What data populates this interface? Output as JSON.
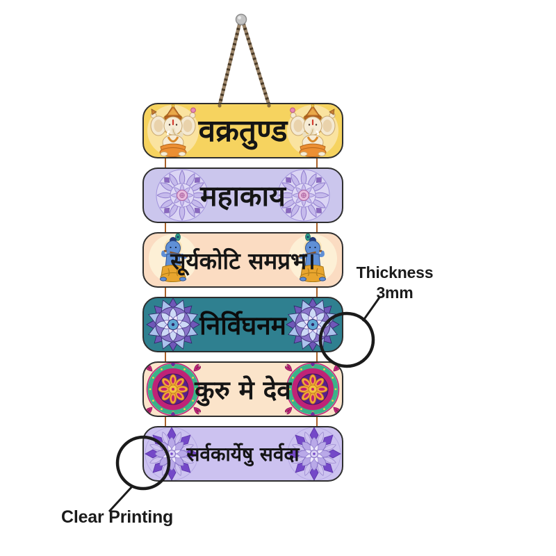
{
  "product": {
    "name_visible": "",
    "boards": [
      {
        "id": "board-1",
        "text": "वक्रतुण्ड",
        "bg": "#f6d35f",
        "art": "ganesha"
      },
      {
        "id": "board-2",
        "text": "महाकाय",
        "bg": "#cbc6ed",
        "art": "lavender-mandala"
      },
      {
        "id": "board-3",
        "text": "सूर्यकोटि समप्रभ।",
        "bg": "#fbdcc2",
        "art": "krishna"
      },
      {
        "id": "board-4",
        "text": "निर्विघनम",
        "bg": "#2f8090",
        "art": "blue-mandala"
      },
      {
        "id": "board-5",
        "text": "कुरु मे देव",
        "bg": "#fbe4ca",
        "art": "rangoli-mandala"
      },
      {
        "id": "board-6",
        "text": "सर्वकार्येषु सर्वदा",
        "bg": "#ccc2f0",
        "art": "purple-mandala"
      }
    ]
  },
  "annotations": {
    "thickness_line1": "Thickness",
    "thickness_line2": "3mm",
    "clear_printing": "Clear Printing"
  },
  "hardware": {
    "nail_icon": "nail-pin",
    "rope_icon": "jute-rope",
    "string_icon": "connector-string"
  },
  "colors": {
    "background": "#ffffff",
    "board_border": "#2e2e2e",
    "board_text": "#151515",
    "callout": "#1b1b1b",
    "connector_string": "#a85f28",
    "rope_light": "#9c8569",
    "rope_dark": "#4a3b28",
    "nail": "#c4c4c4"
  }
}
